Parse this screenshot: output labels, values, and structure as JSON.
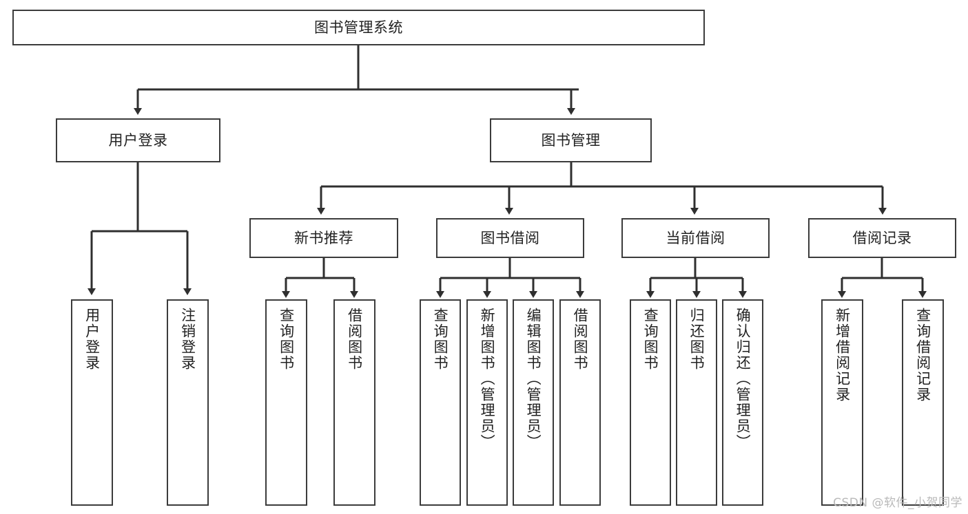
{
  "diagram": {
    "title": "图书管理系统",
    "type": "tree-hierarchy",
    "root": {
      "label": "图书管理系统"
    },
    "level1": [
      {
        "label": "用户登录"
      },
      {
        "label": "图书管理"
      }
    ],
    "level2": [
      {
        "label": "新书推荐"
      },
      {
        "label": "图书借阅"
      },
      {
        "label": "当前借阅"
      },
      {
        "label": "借阅记录"
      }
    ],
    "leaves": {
      "user_login": [
        {
          "label": "用户登录"
        },
        {
          "label": "注销登录"
        }
      ],
      "new_book_recommend": [
        {
          "label": "查询图书"
        },
        {
          "label": "借阅图书"
        }
      ],
      "book_borrow": [
        {
          "label": "查询图书"
        },
        {
          "label": "新增图书（管理员）"
        },
        {
          "label": "编辑图书（管理员）"
        },
        {
          "label": "借阅图书"
        }
      ],
      "current_borrow": [
        {
          "label": "查询图书"
        },
        {
          "label": "归还图书"
        },
        {
          "label": "确认归还（管理员）"
        }
      ],
      "borrow_records": [
        {
          "label": "新增借阅记录"
        },
        {
          "label": "查询借阅记录"
        }
      ]
    }
  },
  "watermark": {
    "text": "CSDN @软件_小贺同学"
  },
  "colors": {
    "border": "#3b3b3b",
    "background": "#ffffff",
    "text": "#222222",
    "connector": "#2f2f2f",
    "watermark": "#b9b9b9"
  }
}
